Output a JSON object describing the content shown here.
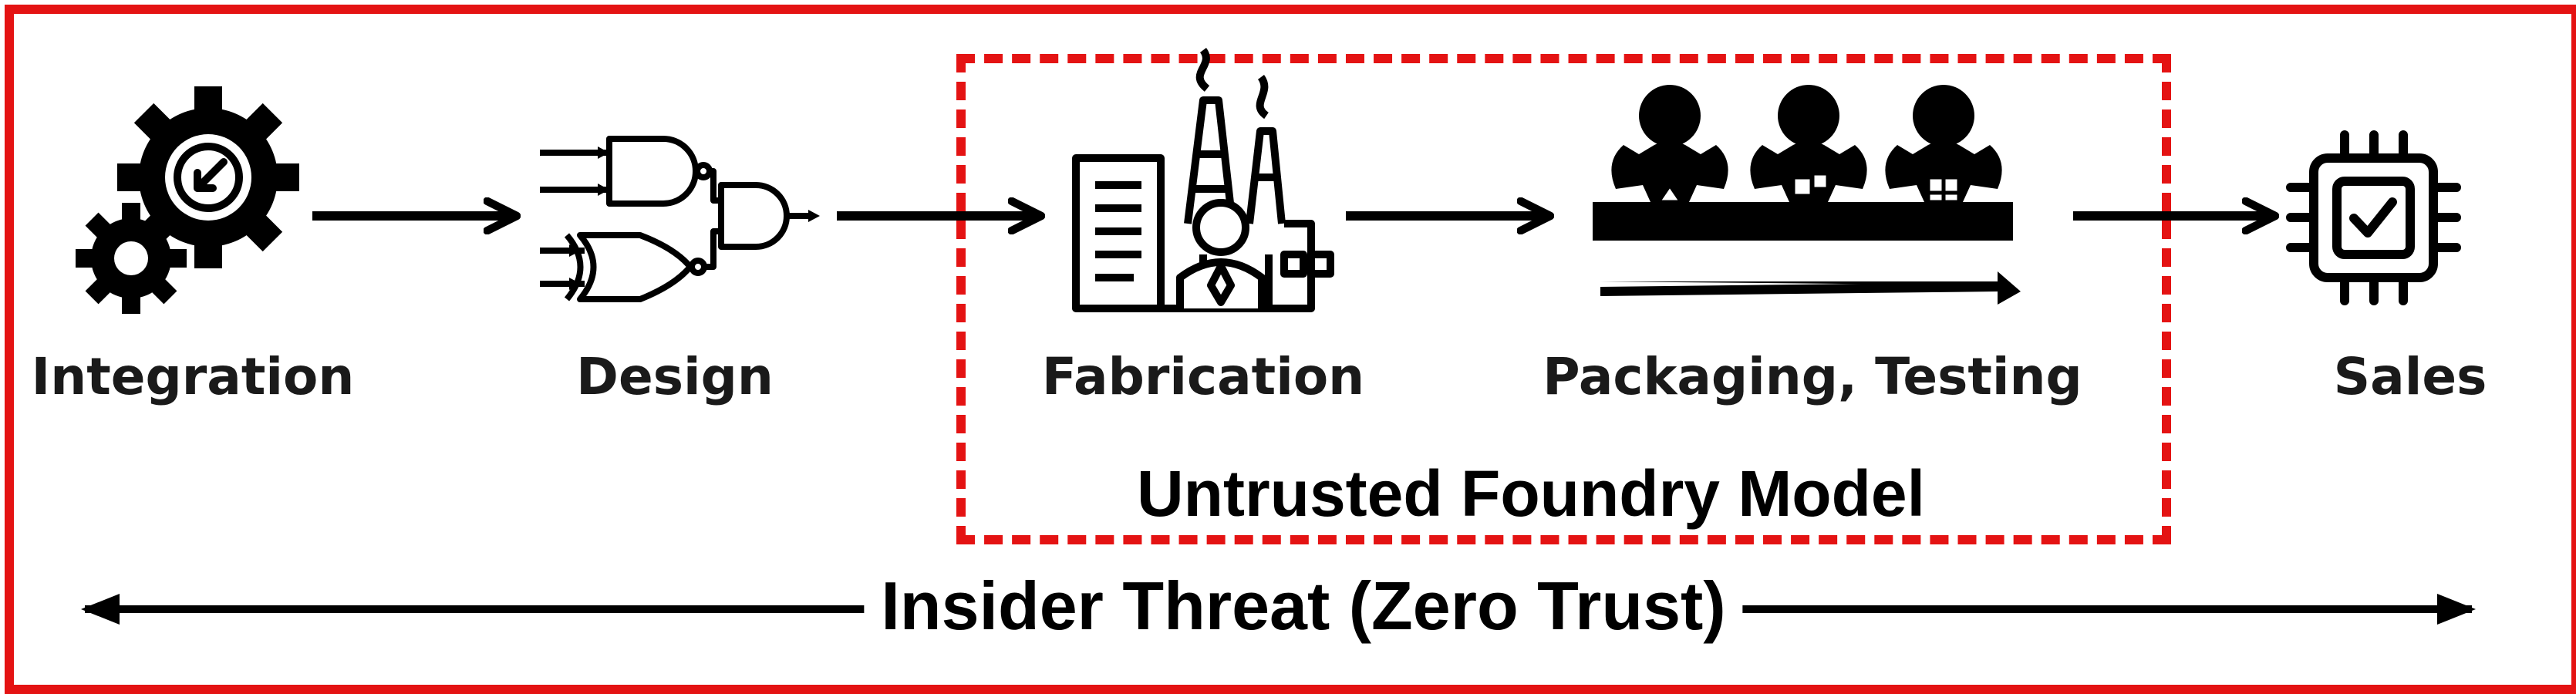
{
  "stages": [
    {
      "label": "Integration",
      "icon": "gears-icon"
    },
    {
      "label": "Design",
      "icon": "logic-gates-icon"
    },
    {
      "label": "Fabrication",
      "icon": "factory-icon"
    },
    {
      "label": "Packaging, Testing",
      "icon": "assembly-line-icon"
    },
    {
      "label": "Sales",
      "icon": "chip-check-icon"
    }
  ],
  "zone": {
    "label": "Untrusted Foundry Model",
    "color": "#e41313"
  },
  "threat": {
    "label": "Insider Threat (Zero Trust)"
  },
  "colors": {
    "frame": "#e41313",
    "ink": "#000000"
  }
}
